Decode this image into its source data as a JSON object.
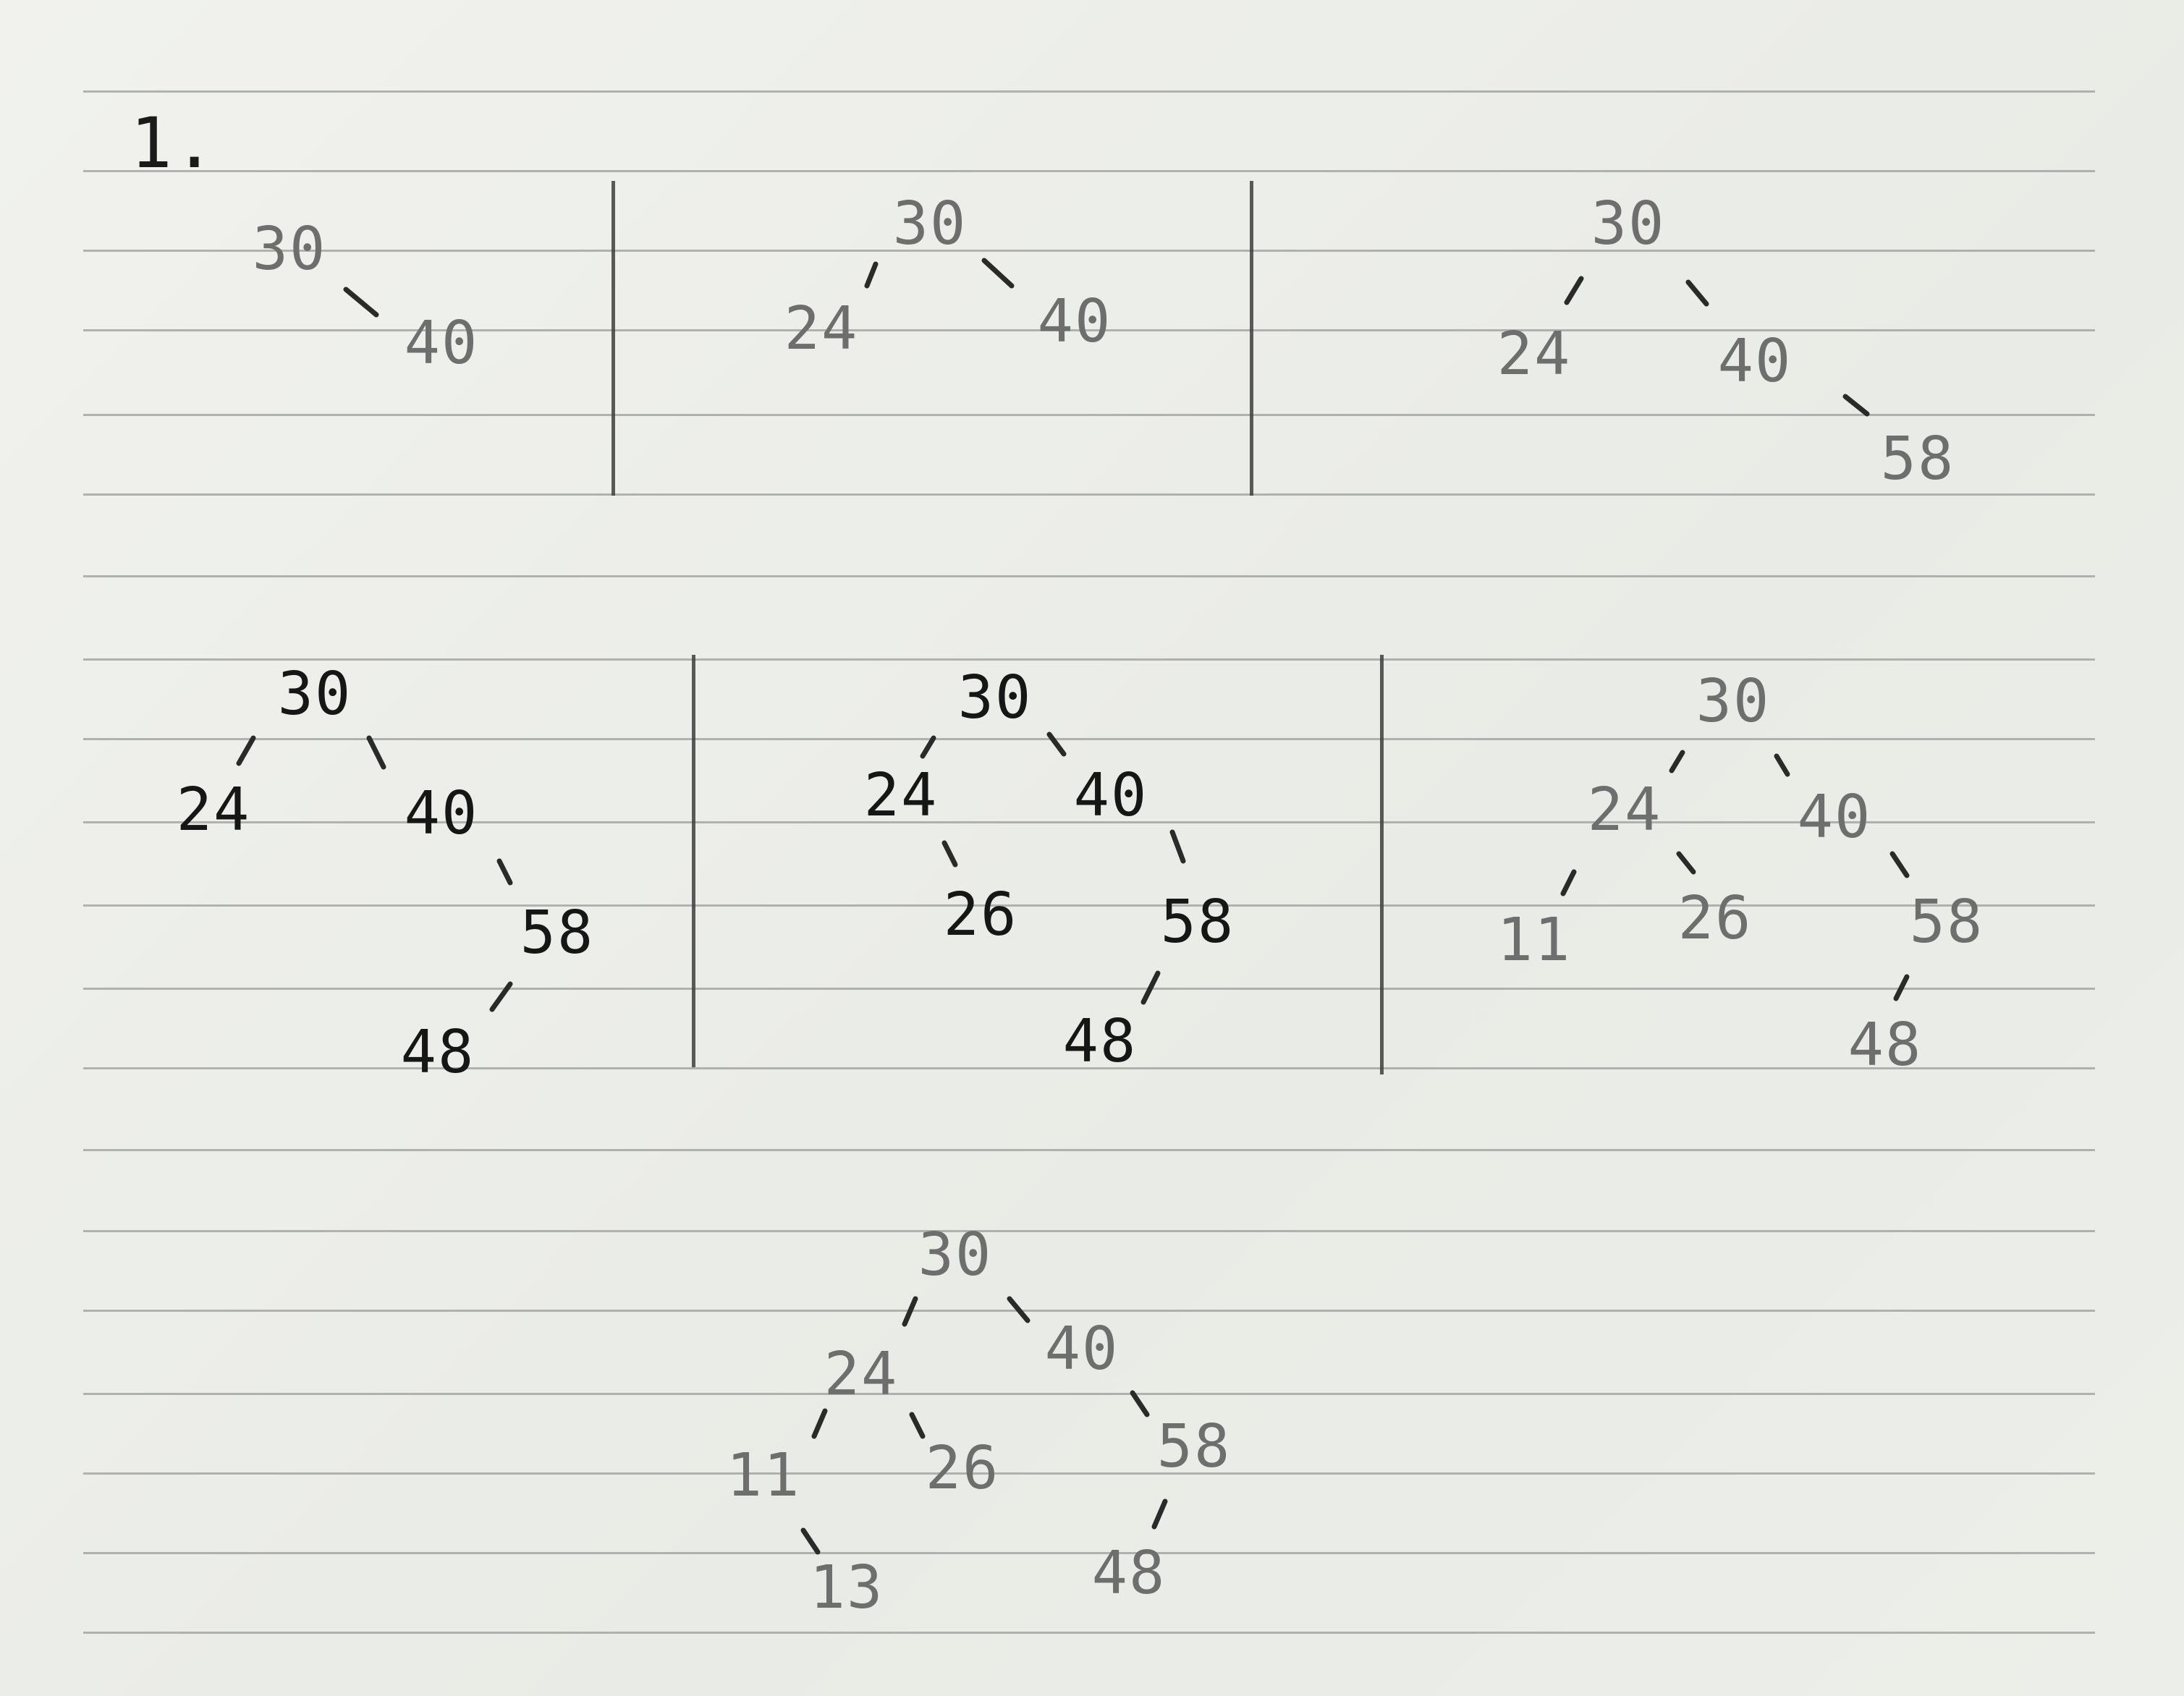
{
  "heading": "1.",
  "colors": {
    "ink": "#161616",
    "faint_ink": "#6e6e6e",
    "rule": "#9a9d9c",
    "paper": "#eef0ea"
  },
  "trees": [
    {
      "nodes": [
        "30",
        "40"
      ]
    },
    {
      "nodes": [
        "30",
        "24",
        "40"
      ]
    },
    {
      "nodes": [
        "30",
        "24",
        "40",
        "58"
      ]
    },
    {
      "nodes": [
        "30",
        "24",
        "40",
        "58",
        "48"
      ]
    },
    {
      "nodes": [
        "30",
        "24",
        "40",
        "26",
        "58",
        "48"
      ]
    },
    {
      "nodes": [
        "30",
        "24",
        "40",
        "11",
        "26",
        "58",
        "48"
      ]
    },
    {
      "nodes": [
        "30",
        "24",
        "40",
        "11",
        "26",
        "58",
        "13",
        "48"
      ]
    }
  ]
}
